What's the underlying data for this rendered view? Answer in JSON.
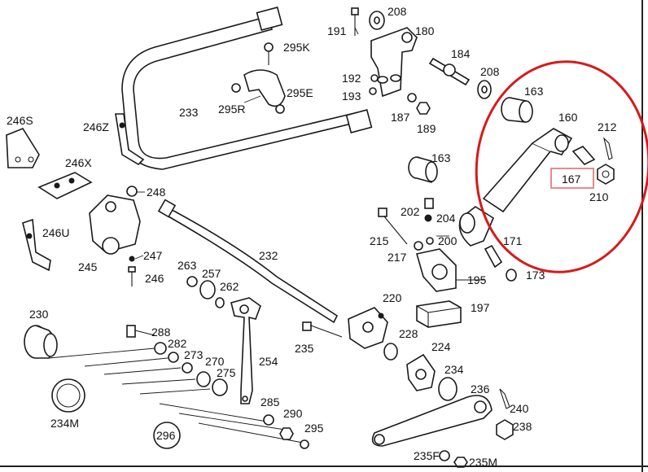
{
  "diagram": {
    "highlight": {
      "ellipse_color": "#d61a1a",
      "box_color": "#e88a8a"
    },
    "labels": {
      "l208a": "208",
      "l191": "191",
      "l180": "180",
      "l295K": "295K",
      "l184": "184",
      "l208b": "208",
      "l295E": "295E",
      "l192": "192",
      "l193": "193",
      "l295R": "295R",
      "l163a": "163",
      "l233": "233",
      "l187": "187",
      "l189": "189",
      "l160": "160",
      "l212": "212",
      "l246S": "246S",
      "l246Z": "246Z",
      "l246X": "246X",
      "l163b": "163",
      "l167": "167",
      "l210": "210",
      "l248": "248",
      "l202": "202",
      "l204": "204",
      "l246U": "246U",
      "l215": "215",
      "l200": "200",
      "l171": "171",
      "l232": "232",
      "l247": "247",
      "l263": "263",
      "l257": "257",
      "l245": "245",
      "l246": "246",
      "l217": "217",
      "l262": "262",
      "l195": "195",
      "l173": "173",
      "l220": "220",
      "l197": "197",
      "l230": "230",
      "l288": "288",
      "l282": "282",
      "l228": "228",
      "l273": "273",
      "l235": "235",
      "l224": "224",
      "l270": "270",
      "l254": "254",
      "l275": "275",
      "l234": "234",
      "l236": "236",
      "l285": "285",
      "l290": "290",
      "l240": "240",
      "l234M": "234M",
      "l295": "295",
      "l238": "238",
      "l296": "296",
      "l235F": "235F",
      "l235M": "235M"
    }
  }
}
